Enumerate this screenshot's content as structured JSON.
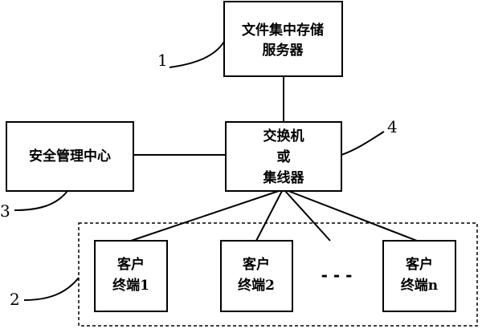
{
  "diagram": {
    "server": {
      "line1": "文件集中存储",
      "line2": "服务器",
      "ref": "1"
    },
    "security": {
      "label": "安全管理中心",
      "ref": "3"
    },
    "switch": {
      "line1": "交换机",
      "line2": "或",
      "line3": "集线器",
      "ref": "4"
    },
    "clients_group": {
      "ref": "2"
    },
    "clients": [
      {
        "line1": "客户",
        "line2": "终端1"
      },
      {
        "line1": "客户",
        "line2": "终端2"
      },
      {
        "line1": "客户",
        "line2": "终端n"
      }
    ],
    "ellipsis": "- - -"
  }
}
